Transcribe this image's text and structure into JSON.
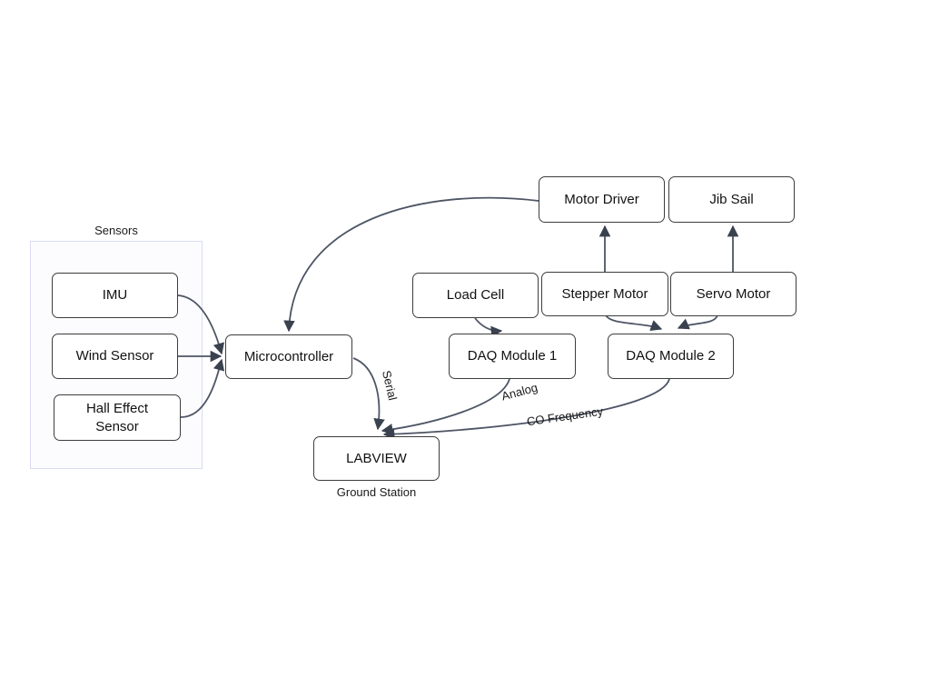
{
  "diagram": {
    "group_label": "Sensors",
    "nodes": {
      "imu": {
        "label": "IMU"
      },
      "wind_sensor": {
        "label": "Wind Sensor"
      },
      "hall_effect": {
        "label": "Hall Effect Sensor"
      },
      "microcontroller": {
        "label": "Microcontroller"
      },
      "motor_driver": {
        "label": "Motor Driver"
      },
      "jib_sail": {
        "label": "Jib Sail"
      },
      "load_cell": {
        "label": "Load Cell"
      },
      "stepper_motor": {
        "label": "Stepper Motor"
      },
      "servo_motor": {
        "label": "Servo Motor"
      },
      "daq_module_1": {
        "label": "DAQ Module 1"
      },
      "daq_module_2": {
        "label": "DAQ Module 2"
      },
      "labview": {
        "label": "LABVIEW"
      }
    },
    "captions": {
      "ground_station": "Ground Station"
    },
    "edge_labels": {
      "serial": "Serial",
      "analog": "Analog",
      "co_frequency": "CO Frequency"
    },
    "edges": [
      {
        "from": "imu",
        "to": "microcontroller",
        "label": ""
      },
      {
        "from": "wind_sensor",
        "to": "microcontroller",
        "label": ""
      },
      {
        "from": "hall_effect",
        "to": "microcontroller",
        "label": ""
      },
      {
        "from": "motor_driver",
        "to": "microcontroller",
        "label": ""
      },
      {
        "from": "stepper_motor",
        "to": "motor_driver",
        "label": ""
      },
      {
        "from": "servo_motor",
        "to": "jib_sail",
        "label": ""
      },
      {
        "from": "load_cell",
        "to": "daq_module_1",
        "label": ""
      },
      {
        "from": "stepper_motor",
        "to": "daq_module_2",
        "label": ""
      },
      {
        "from": "servo_motor",
        "to": "daq_module_2",
        "label": ""
      },
      {
        "from": "microcontroller",
        "to": "labview",
        "label": "Serial"
      },
      {
        "from": "daq_module_1",
        "to": "labview",
        "label": "Analog"
      },
      {
        "from": "daq_module_2",
        "to": "labview",
        "label": "CO Frequency"
      }
    ],
    "colors": {
      "edge": "#4d5565",
      "arrowhead": "#3a414f",
      "box_border": "#3d3d3d",
      "group_border": "#d9dbf2",
      "background": "#ffffff"
    }
  }
}
